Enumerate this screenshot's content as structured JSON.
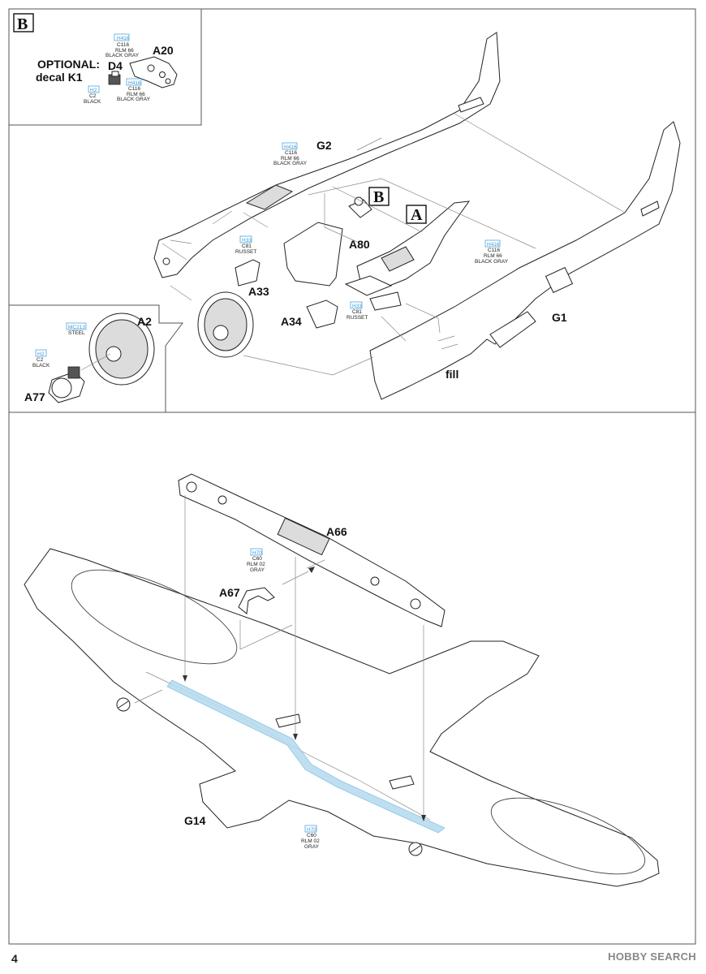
{
  "page_number": "4",
  "watermark": "HOBBY SEARCH",
  "inset_b": {
    "box_letter": "B",
    "optional_line1": "OPTIONAL:",
    "optional_line2": "decal K1",
    "part_d4": "D4",
    "part_a20": "A20",
    "paint_top": {
      "code": "H416",
      "line2": "C116",
      "line3": "RLM 66",
      "line4": "BLACK GRAY"
    },
    "paint_mid": {
      "code": "H416",
      "line2": "C116",
      "line3": "RLM 66",
      "line4": "BLACK GRAY"
    },
    "paint_black": {
      "code": "H2",
      "line2": "C2",
      "line3": "BLACK"
    }
  },
  "upper": {
    "box_a": "A",
    "box_b": "B",
    "part_g2": "G2",
    "part_g1": "G1",
    "part_a80": "A80",
    "part_a33": "A33",
    "part_a34": "A34",
    "fill_label": "fill",
    "paint_g2": {
      "code": "H416",
      "line2": "C116",
      "line3": "RLM 66",
      "line4": "BLACK GRAY"
    },
    "paint_g1": {
      "code": "H416",
      "line2": "C116",
      "line3": "RLM 66",
      "line4": "BLACK GRAY"
    },
    "paint_a33": {
      "code": "H33",
      "line2": "C81",
      "line3": "RUSSET"
    },
    "paint_a34": {
      "code": "H33",
      "line2": "C81",
      "line3": "RUSSET"
    }
  },
  "engine_inset": {
    "part_a2": "A2",
    "part_a77": "A77",
    "paint_steel": {
      "code": "MC213",
      "line2": "STEEL"
    },
    "paint_black": {
      "code": "H2",
      "line2": "C2",
      "line3": "BLACK"
    }
  },
  "lower": {
    "part_a66": "A66",
    "part_a67": "A67",
    "part_g14": "G14",
    "paint_a66": {
      "code": "H70",
      "line2": "C60",
      "line3": "RLM 02",
      "line4": "GRAY"
    },
    "paint_g14": {
      "code": "H70",
      "line2": "C60",
      "line3": "RLM 02",
      "line4": "GRAY"
    }
  }
}
